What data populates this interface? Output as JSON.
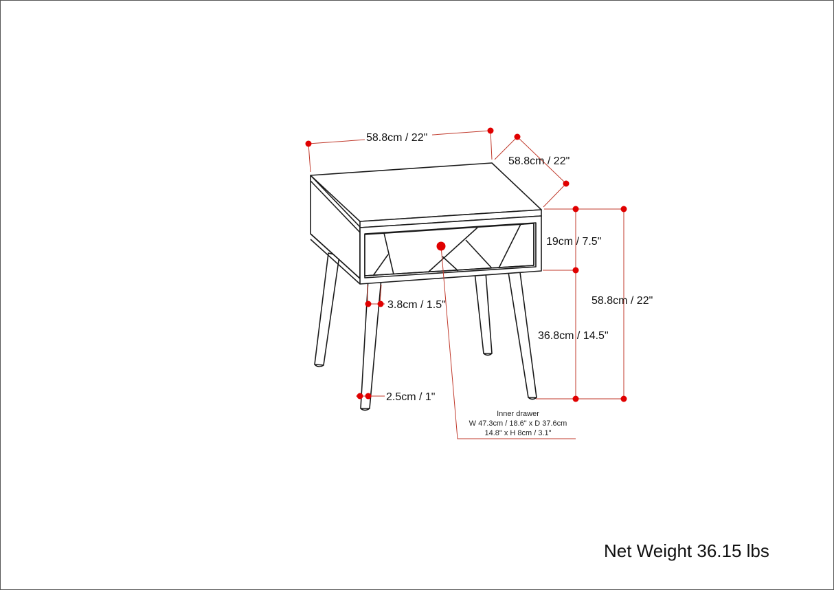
{
  "diagram": {
    "subject": "Side table with drawer and angled legs",
    "colors": {
      "dimension_line": "#c0392b",
      "dimension_dot": "#e00000",
      "outline": "#1a1a1a",
      "background": "#ffffff"
    },
    "dimensions": {
      "width": "58.8cm / 22\"",
      "depth": "58.8cm / 22\"",
      "cabinet_height": "19cm / 7.5\"",
      "total_height": "58.8cm / 22\"",
      "leg_height": "36.8cm / 14.5\"",
      "leg_top_width": "3.8cm / 1.5\"",
      "leg_bottom_width": "2.5cm / 1\""
    },
    "inner_drawer": {
      "title": "Inner drawer",
      "line1": "W 47.3cm / 18.6\" x D 37.6cm",
      "line2": "14.8\" x H 8cm / 3.1\""
    },
    "net_weight": "Net Weight 36.15 lbs"
  }
}
